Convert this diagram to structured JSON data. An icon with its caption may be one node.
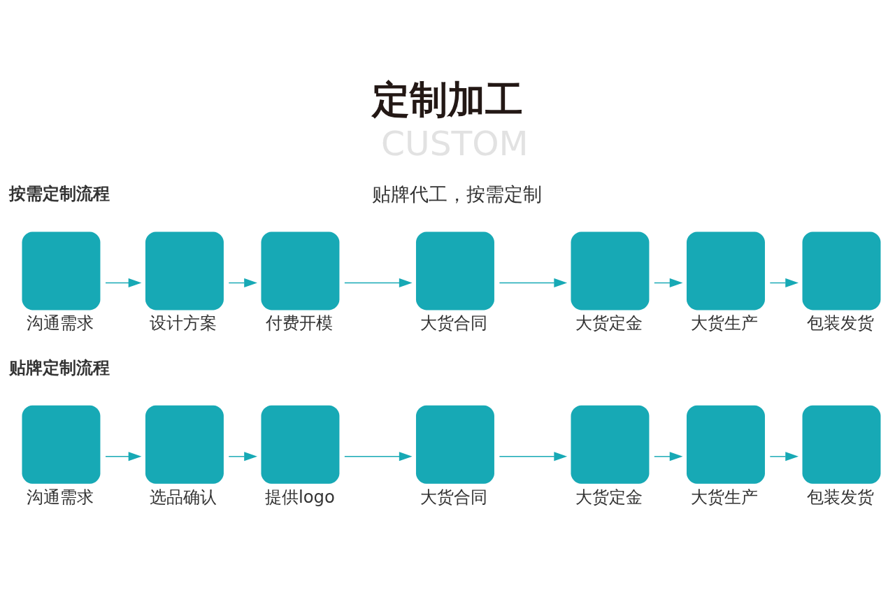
{
  "diagram": {
    "title": "定制加工",
    "nodes": [
      {
        "text": [
          "沟通需求"
        ]
      },
      {
        "text": [
          "设计方案"
        ]
      },
      {
        "text": [
          "付费开模"
        ]
      },
      {
        "text": [
          "大货合同"
        ]
      },
      {
        "text": [
          "大货定金"
        ]
      },
      {
        "text": [
          "大货生产"
        ]
      },
      {
        "text": [
          "包装发货"
        ]
      },
      {
        "text": [
          "沟通需求"
        ]
      },
      {
        "text": [
          "选品确认"
        ]
      },
      {
        "text": [
          "提供logo"
        ]
      },
      {
        "text": [
          "大货合同"
        ]
      },
      {
        "text": [
          "大货定金"
        ]
      },
      {
        "text": [
          "大货生产"
        ]
      },
      {
        "text": [
          "包装发货"
        ]
      }
    ],
    "edges": [
      {
        "from": 0,
        "to": 1,
        "arrow": "to"
      },
      {
        "from": 1,
        "to": 2,
        "arrow": "to"
      },
      {
        "from": 2,
        "to": 3,
        "arrow": "to"
      },
      {
        "from": 3,
        "to": 4,
        "arrow": "to"
      },
      {
        "from": 4,
        "to": 5,
        "arrow": "to"
      },
      {
        "from": 5,
        "to": 6,
        "arrow": "to"
      },
      {
        "from": 7,
        "to": 8,
        "arrow": "to"
      },
      {
        "from": 8,
        "to": 9,
        "arrow": "to"
      },
      {
        "from": 9,
        "to": 10,
        "arrow": "to"
      },
      {
        "from": 10,
        "to": 11,
        "arrow": "to"
      },
      {
        "from": 11,
        "to": 12,
        "arrow": "to"
      },
      {
        "from": 12,
        "to": 13,
        "arrow": "to"
      }
    ],
    "labels": [
      "CUSTOM",
      "贴牌代工，按需定制",
      "按需定制流程",
      "贴牌定制流程"
    ]
  }
}
